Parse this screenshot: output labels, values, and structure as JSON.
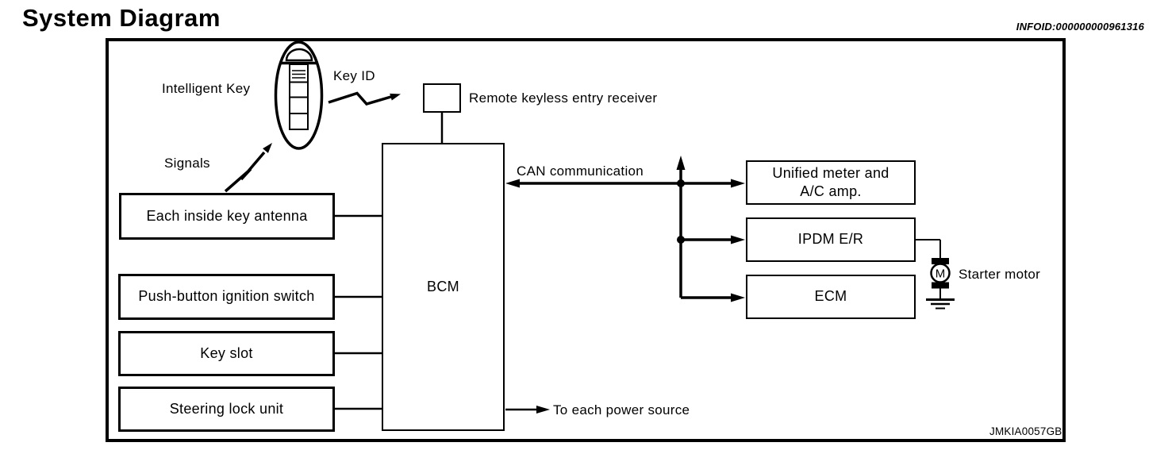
{
  "page": {
    "title": "System Diagram",
    "infoid": "INFOID:000000000961316",
    "figure_code": "JMKIA0057GB"
  },
  "diagram": {
    "intelligent_key": {
      "label": "Intelligent Key",
      "key_id_label": "Key ID",
      "signals_label": "Signals"
    },
    "receiver": {
      "label": "Remote keyless entry receiver"
    },
    "bcm": {
      "label": "BCM"
    },
    "inputs": {
      "antenna": {
        "label": "Each inside key antenna"
      },
      "ignition_switch": {
        "label": "Push-button ignition switch"
      },
      "key_slot": {
        "label": "Key slot"
      },
      "steering_lock": {
        "label": "Steering lock unit"
      }
    },
    "can": {
      "label": "CAN communication"
    },
    "ecus": {
      "unified_meter": {
        "label_line1": "Unified meter and",
        "label_line2": "A/C amp."
      },
      "ipdm": {
        "label": "IPDM E/R"
      },
      "ecm": {
        "label": "ECM"
      }
    },
    "starter_motor": {
      "label": "Starter motor",
      "symbol": "M"
    },
    "power": {
      "label": "To each power source"
    }
  },
  "colors": {
    "ink": "#000000",
    "background": "#ffffff"
  }
}
